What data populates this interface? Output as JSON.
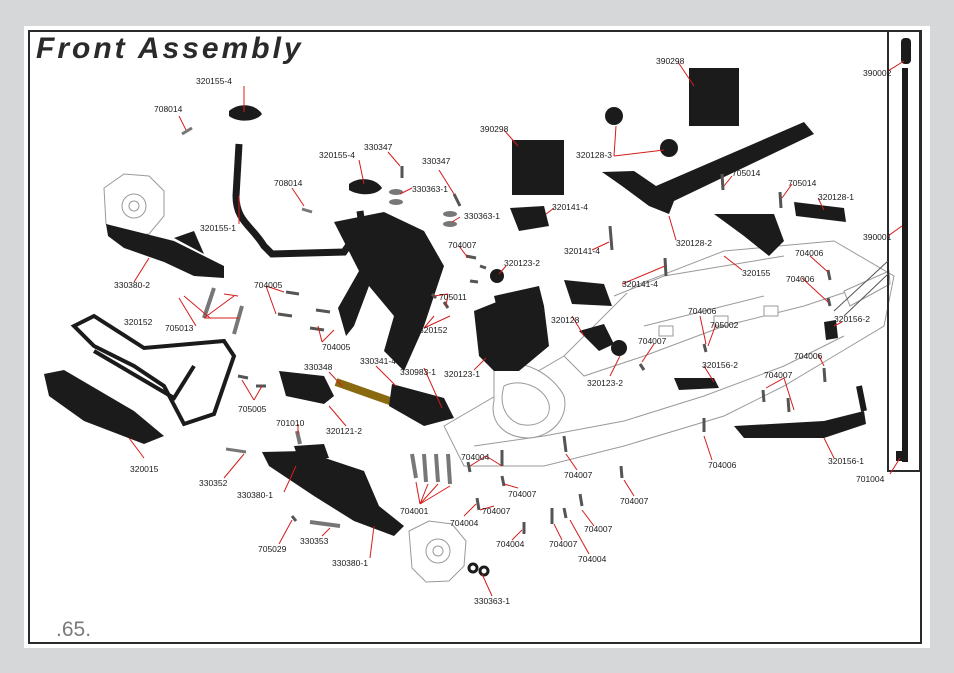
{
  "title": "Front Assembly",
  "page_number": ".65.",
  "colors": {
    "leader": "#d41c1c",
    "part": "#1b1b1b",
    "frame": "#2b2b2b",
    "background": "#d6d7d8"
  },
  "labels": {
    "l01": "320155-4",
    "l02": "708014",
    "l03": "330347",
    "l04": "320155-4",
    "l05": "330347",
    "l06": "330363-1",
    "l07": "708014",
    "l08": "330363-1",
    "l09": "320155-1",
    "l10": "390298",
    "l11": "320128-3",
    "l12": "390298",
    "l13": "320141-4",
    "l14": "705014",
    "l15": "705014",
    "l16": "320128-1",
    "l17": "390002",
    "l18": "390001",
    "l19": "320128-2",
    "l20": "320141-4",
    "l21": "704007",
    "l22": "320123-2",
    "l23": "320141-4",
    "l24": "320155",
    "l25": "704006",
    "l26": "704006",
    "l27": "330380-2",
    "l28": "704005",
    "l29": "705011",
    "l30": "320152",
    "l31": "705013",
    "l32": "704005",
    "l33": "320152",
    "l34": "320128",
    "l35": "704006",
    "l36": "705002",
    "l37": "320156-2",
    "l38": "704007",
    "l39": "704006",
    "l40": "330348",
    "l41": "330341-4",
    "l42": "330983-1",
    "l43": "320123-1",
    "l44": "320123-2",
    "l45": "320156-2",
    "l46": "704007",
    "l47": "705005",
    "l48": "701010",
    "l49": "320121-2",
    "l50": "320015",
    "l51": "704004",
    "l52": "704007",
    "l53": "704006",
    "l54": "320156-1",
    "l55": "330352",
    "l56": "330380-1",
    "l57": "704007",
    "l58": "704007",
    "l59": "704001",
    "l60": "704007",
    "l61": "704004",
    "l62": "704007",
    "l63": "701004",
    "l64": "705029",
    "l65": "330353",
    "l66": "704004",
    "l67": "704007",
    "l68": "704004",
    "l69": "330380-1",
    "l70": "330363-1"
  }
}
